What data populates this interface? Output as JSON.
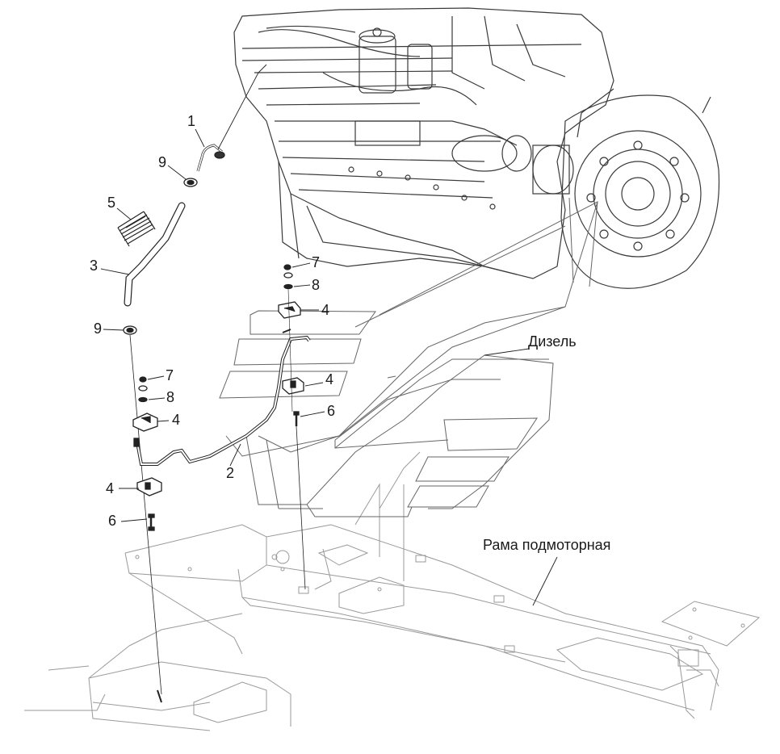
{
  "labels": {
    "diesel": "Дизель",
    "frame": "Рама подмоторная"
  },
  "callouts": [
    "1",
    "9",
    "5",
    "3",
    "7",
    "8",
    "4",
    "9",
    "7",
    "4",
    "8",
    "6",
    "4",
    "2",
    "4",
    "6"
  ],
  "colors": {
    "engine_line": "#3a3a3a",
    "frame_line": "#9a9a9a",
    "part_line": "#222222",
    "panel_line": "#666666"
  }
}
